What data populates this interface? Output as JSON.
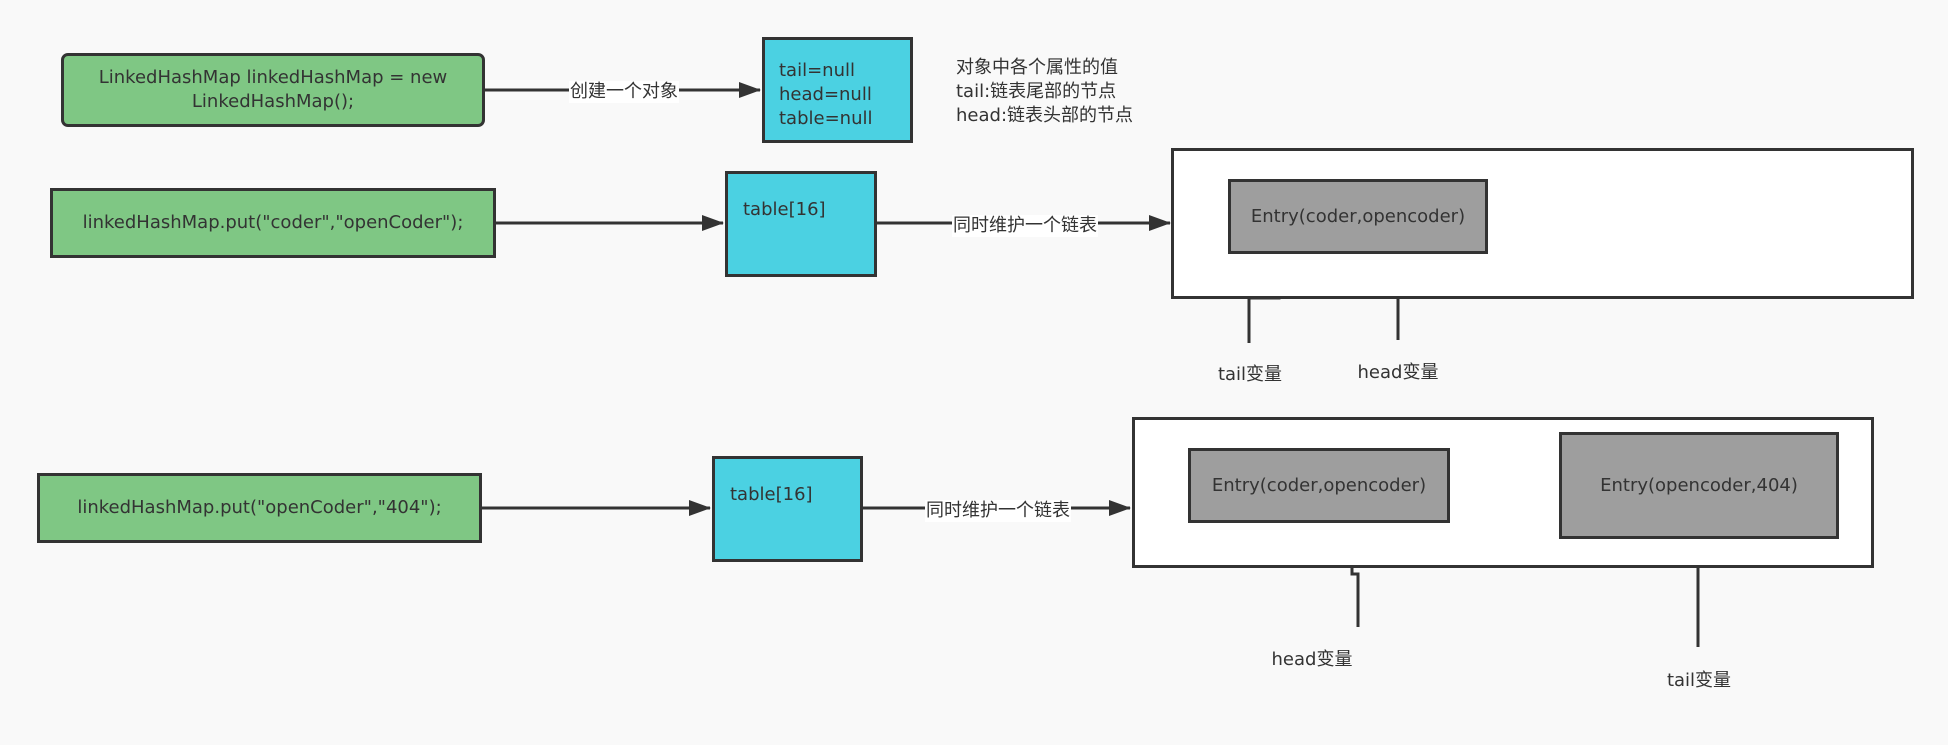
{
  "colors": {
    "background": "#f9f9f9",
    "code_node": "#7fc784",
    "table_node": "#4bd1e2",
    "entry_node": "#9e9e9e",
    "container": "#ffffff",
    "stroke": "#333333"
  },
  "row1": {
    "code": "LinkedHashMap linkedHashMap = new LinkedHashMap();",
    "edge_label": "创建一个对象",
    "state_lines": [
      "tail=null",
      "head=null",
      "table=null"
    ],
    "note_lines": [
      "对象中各个属性的值",
      "tail:链表尾部的节点",
      "head:链表头部的节点"
    ]
  },
  "row2": {
    "code": "linkedHashMap.put(\"coder\",\"openCoder\");",
    "table": "table[16]",
    "edge_label": "同时维护一个链表",
    "entries": [
      "Entry(coder,opencoder)"
    ],
    "tail_label": "tail变量",
    "head_label": "head变量"
  },
  "row3": {
    "code": "linkedHashMap.put(\"openCoder\",\"404\");",
    "table": "table[16]",
    "edge_label": "同时维护一个链表",
    "entries": [
      "Entry(coder,opencoder)",
      "Entry(opencoder,404)"
    ],
    "head_label": "head变量",
    "tail_label": "tail变量"
  }
}
